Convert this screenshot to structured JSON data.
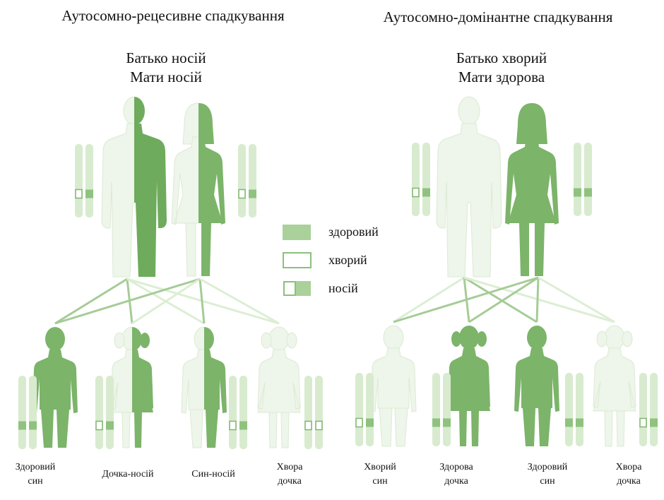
{
  "left": {
    "title": "Аутосомно-рецесивне спадкування",
    "father": "Батько носій",
    "mother": "Мати носій",
    "children": [
      {
        "line1": "Здоровий",
        "line2": "син"
      },
      {
        "line1": "Дочка-носій",
        "line2": ""
      },
      {
        "line1": "Син-носій",
        "line2": ""
      },
      {
        "line1": "Хвора",
        "line2": "дочка"
      }
    ]
  },
  "right": {
    "title": "Аутосомно-домінантне спадкування",
    "father": "Батько хворий",
    "mother": "Мати здорова",
    "children": [
      {
        "line1": "Хворий",
        "line2": "син"
      },
      {
        "line1": "Здорова",
        "line2": "дочка"
      },
      {
        "line1": "Здоровий",
        "line2": "син"
      },
      {
        "line1": "Хвора",
        "line2": "дочка"
      }
    ]
  },
  "legend": {
    "healthy": "здоровий",
    "sick": "хворий",
    "carrier": "носій"
  },
  "colors": {
    "dark_green": "#7cb46a",
    "light_green": "#eef5ea",
    "outline_green": "#8cc07c",
    "band_fill": "#cfe5c4"
  }
}
